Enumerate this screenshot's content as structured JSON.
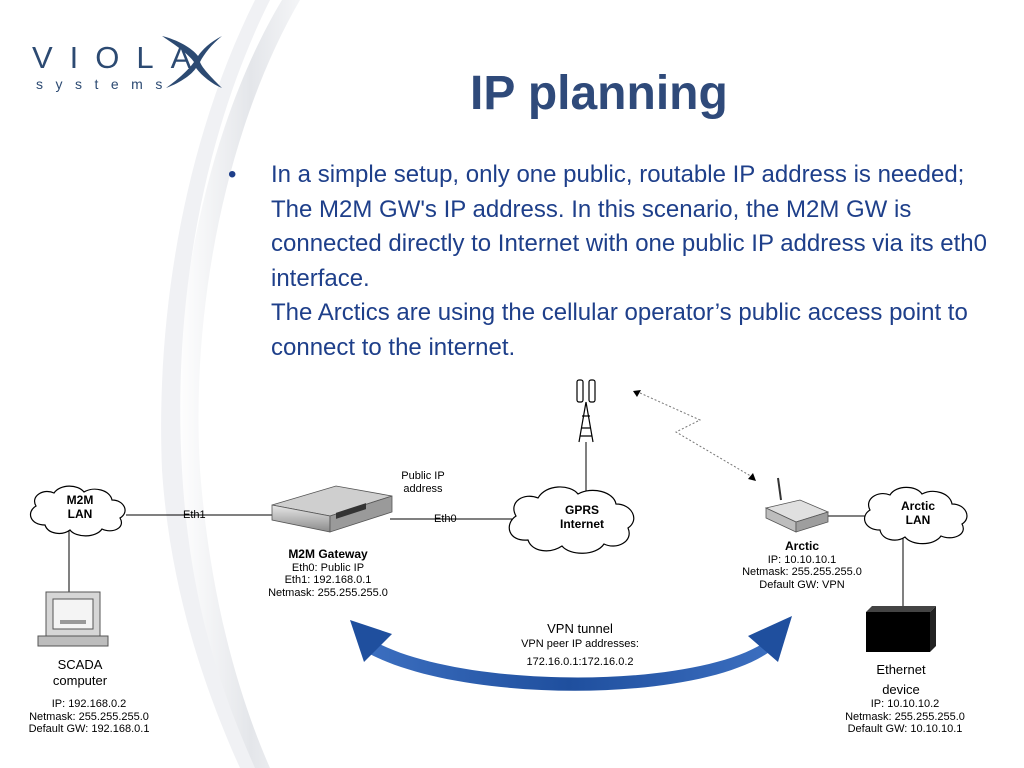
{
  "logo": {
    "main": "VIOLA",
    "sub": "systems",
    "mark": "x-mark-icon"
  },
  "title": "IP planning",
  "bullet": {
    "symbol": "•",
    "para1": "In a simple setup, only one public, routable IP address is needed; The M2M GW's IP address. In this scenario, the M2M GW is connected directly to Internet with one public IP address via its eth0 interface.",
    "para2": "The Arctics are using the cellular operator’s public access point to connect to the internet."
  },
  "diagram": {
    "m2m_lan": {
      "line1": "M2M",
      "line2": "LAN"
    },
    "eth1": "Eth1",
    "eth0": "Eth0",
    "public_ip": {
      "line1": "Public IP",
      "line2": "address"
    },
    "gprs": {
      "line1": "GPRS",
      "line2": "Internet"
    },
    "arctic_lan": {
      "line1": "Arctic",
      "line2": "LAN"
    },
    "gateway": {
      "name": "M2M Gateway",
      "eth0_label": "Eth0:",
      "eth0_value": " Public IP",
      "eth1": "Eth1: 192.168.0.1",
      "netmask": "Netmask: 255.255.255.0"
    },
    "arctic": {
      "name": "Arctic",
      "ip": "IP: 10.10.10.1",
      "netmask": "Netmask: 255.255.255.0",
      "gw": "Default GW: VPN"
    },
    "scada": {
      "line1": "SCADA",
      "line2": "computer",
      "ip": "IP: 192.168.0.2",
      "netmask": "Netmask: 255.255.255.0",
      "gw": "Default GW: 192.168.0.1"
    },
    "ethernet": {
      "line1": "Ethernet",
      "line2": "device",
      "ip": "IP: 10.10.10.2",
      "netmask": "Netmask: 255.255.255.0",
      "gw": "Default GW: 10.10.10.1"
    },
    "vpn": {
      "title": "VPN tunnel",
      "sub": "VPN peer IP addresses:",
      "addr": "172.16.0.1:172.16.0.2"
    }
  },
  "colors": {
    "title": "#2f4a7a",
    "text": "#1e3f8a",
    "arrow": "#2a5ca8",
    "swoosh": "#e6e8ec"
  }
}
